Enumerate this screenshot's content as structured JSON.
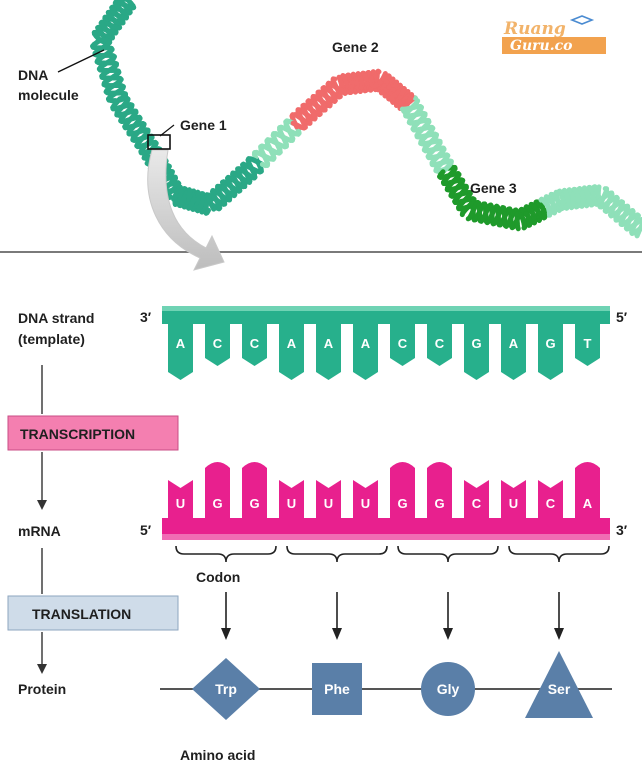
{
  "watermark": {
    "line1": "Ruang",
    "line2": "Guru.co"
  },
  "top": {
    "dna_label": [
      "DNA",
      "molecule"
    ],
    "gene1": "Gene 1",
    "gene2": "Gene 2",
    "gene3": "Gene 3"
  },
  "left_labels": {
    "dna_strand": [
      "DNA strand",
      "(template)"
    ],
    "transcription": "TRANSCRIPTION",
    "mrna": "mRNA",
    "translation": "TRANSLATION",
    "protein": "Protein"
  },
  "dna_template": {
    "end_left": "3′",
    "end_right": "5′",
    "bases": [
      "A",
      "C",
      "C",
      "A",
      "A",
      "A",
      "C",
      "C",
      "G",
      "A",
      "G",
      "T"
    ]
  },
  "mrna": {
    "end_left": "5′",
    "end_right": "3′",
    "bases": [
      "U",
      "G",
      "G",
      "U",
      "U",
      "U",
      "G",
      "G",
      "C",
      "U",
      "C",
      "A"
    ]
  },
  "codon_label": "Codon",
  "amino_acids": [
    {
      "name": "Trp",
      "shape": "diamond"
    },
    {
      "name": "Phe",
      "shape": "square"
    },
    {
      "name": "Gly",
      "shape": "circle"
    },
    {
      "name": "Ser",
      "shape": "triangle"
    }
  ],
  "amino_acid_label": "Amino acid",
  "colors": {
    "dna_teal": "#27b08c",
    "mrna_magenta": "#e8208e",
    "gene2_red": "#f06b6b",
    "gene3_green": "#1f9a2b",
    "amino_blue": "#5a7fa8",
    "transcription_box": "#f47fb0",
    "translation_box": "#cfdce9"
  }
}
